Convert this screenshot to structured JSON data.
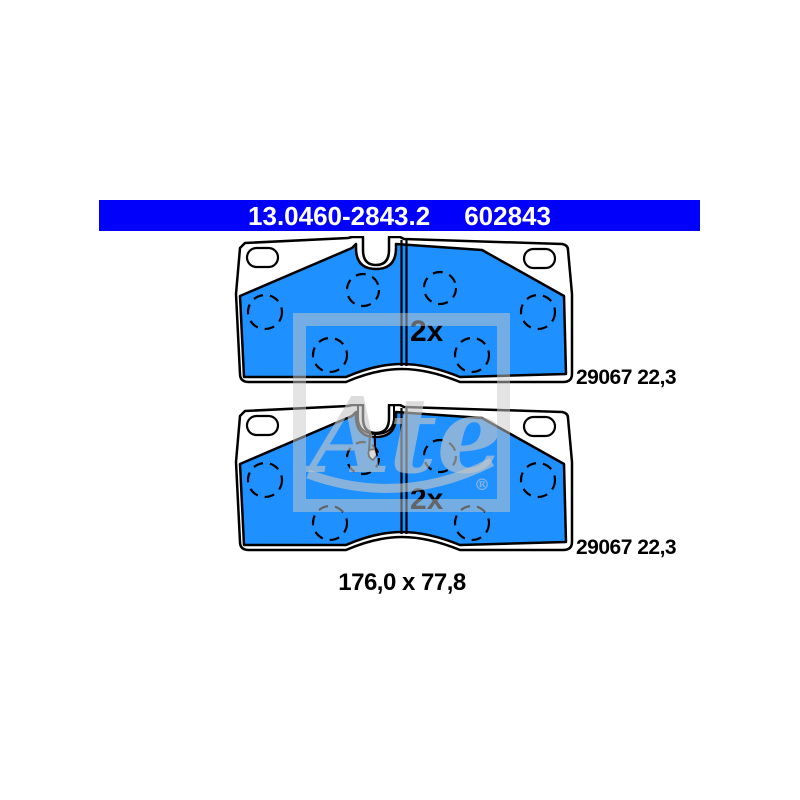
{
  "header": {
    "part_number": "13.0460-2843.2",
    "order_number": "602843",
    "bar_color": "#0000fb",
    "text_color": "#ffffff"
  },
  "pads": {
    "quantity_label": "2x",
    "top_pad": {
      "wva_label": "29067 22,3"
    },
    "bottom_pad": {
      "wva_label": "29067 22,3"
    },
    "dimensions_label": "176,0 x 77,8",
    "pad_color": "#1e90ff",
    "outline_color": "#000000"
  },
  "watermark": {
    "brand": "Ate",
    "registered": "®",
    "color": "rgba(202,202,202,0.5)"
  }
}
